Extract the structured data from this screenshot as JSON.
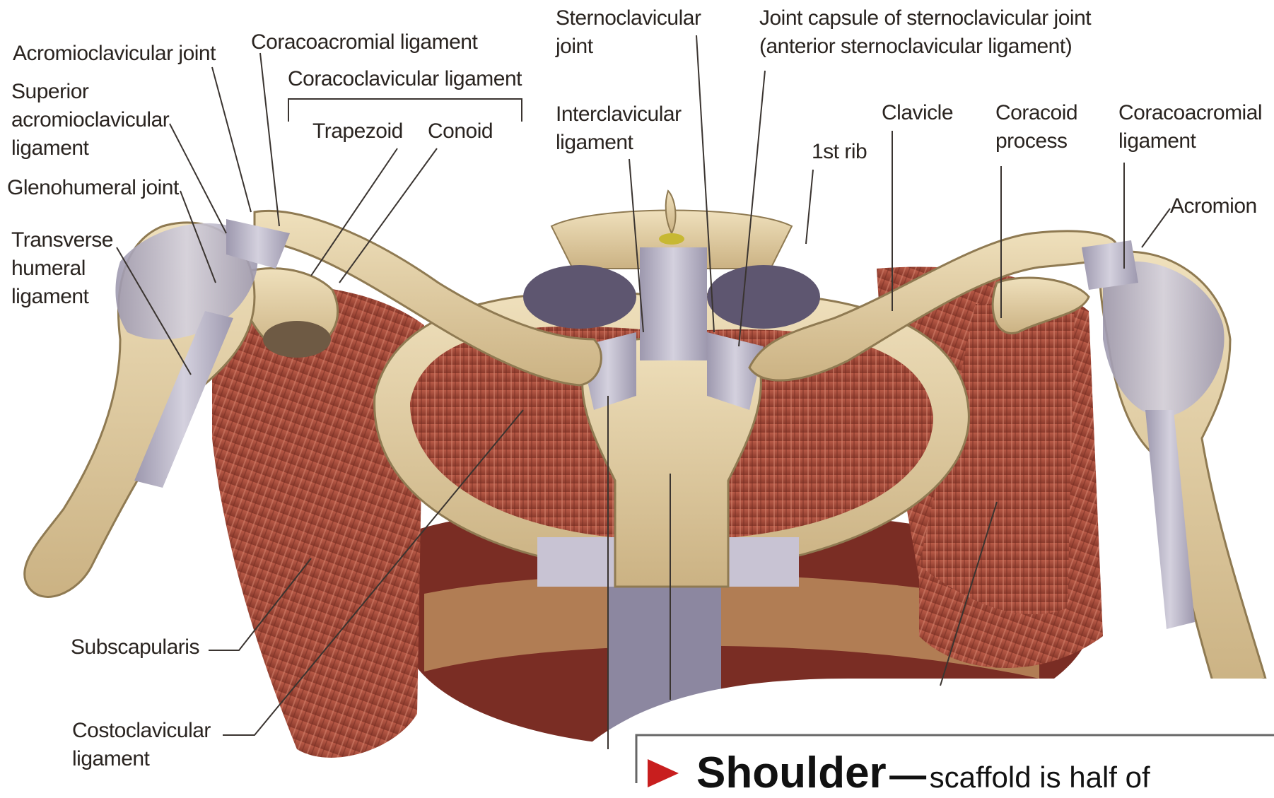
{
  "colors": {
    "bone": "#d9c498",
    "ligament": "#b7b2c4",
    "muscle": "#a24a3a",
    "line": "#3a3430",
    "bullet": "#c81e1e"
  },
  "labels": {
    "acromioclavicular_joint": "Acromioclavicular joint",
    "superior_ac_ligament": "Superior\nacromioclavicular\nligament",
    "glenohumeral_joint": "Glenohumeral joint",
    "transverse_humeral_ligament": "Transverse\nhumeral\nligament",
    "coracoacromial_ligament_left": "Coracoacromial ligament",
    "coracoclavicular_ligament": "Coracoclavicular ligament",
    "trapezoid": "Trapezoid",
    "conoid": "Conoid",
    "sternoclavicular_joint": "Sternoclavicular\njoint",
    "joint_capsule": "Joint capsule of sternoclavicular joint\n(anterior sternoclavicular ligament)",
    "interclavicular_ligament": "Interclavicular\nligament",
    "clavicle": "Clavicle",
    "first_rib": "1st rib",
    "coracoid_process": "Coracoid\nprocess",
    "coracoacromial_ligament_right": "Coracoacromial\nligament",
    "acromion": "Acromion",
    "subscapularis": "Subscapularis",
    "costoclavicular_ligament": "Costoclavicular\nligament"
  },
  "callout": {
    "title": "Shoulder",
    "dash": "—",
    "text": "scaffold is half of",
    "bullet_icon": "triangle-bullet-icon"
  }
}
